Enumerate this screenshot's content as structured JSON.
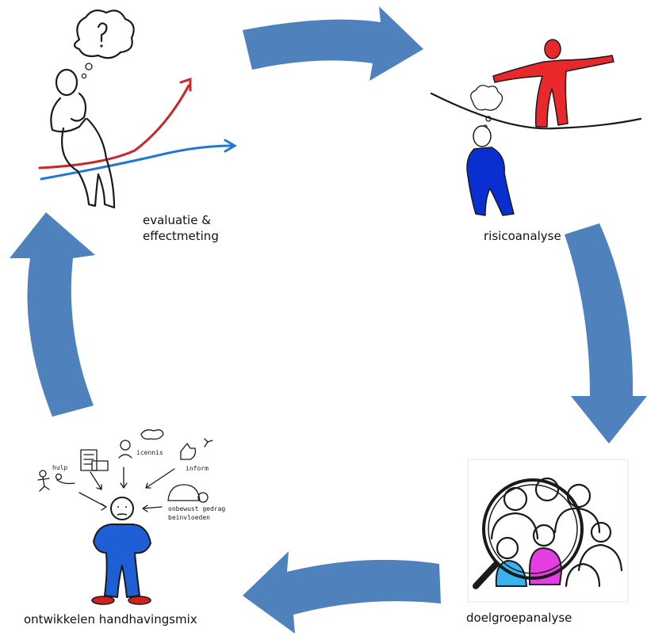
{
  "diagram": {
    "stages": {
      "evaluatie": "evaluatie &\neffectmeting",
      "risico": "risicoanalyse",
      "doelgroep": "doelgroepanalyse",
      "handhaving": "ontwikkelen handhavingsmix"
    },
    "sketch_words": {
      "hulp": "hulp",
      "icennis": "icennis",
      "inform": "inform",
      "beinvloeden_1": "onbewust gedrag",
      "beinvloeden_2": "beinvloeden"
    },
    "colors": {
      "arrow": "#4f81bd",
      "walker": "#e8282b",
      "thinker": "#0a2fd0",
      "person_red": "#d41f1f",
      "person_blue": "#1e5fd6",
      "group_cyan": "#39b3f0",
      "group_magenta": "#e33de3",
      "trend_red": "#c8282b",
      "trend_blue": "#1f77d6"
    },
    "icons": [
      "thinking-person-icon",
      "thought-cloud-icon",
      "tightrope-walker-icon",
      "magnifying-glass-group-icon",
      "enforcement-mix-person-icon"
    ]
  }
}
